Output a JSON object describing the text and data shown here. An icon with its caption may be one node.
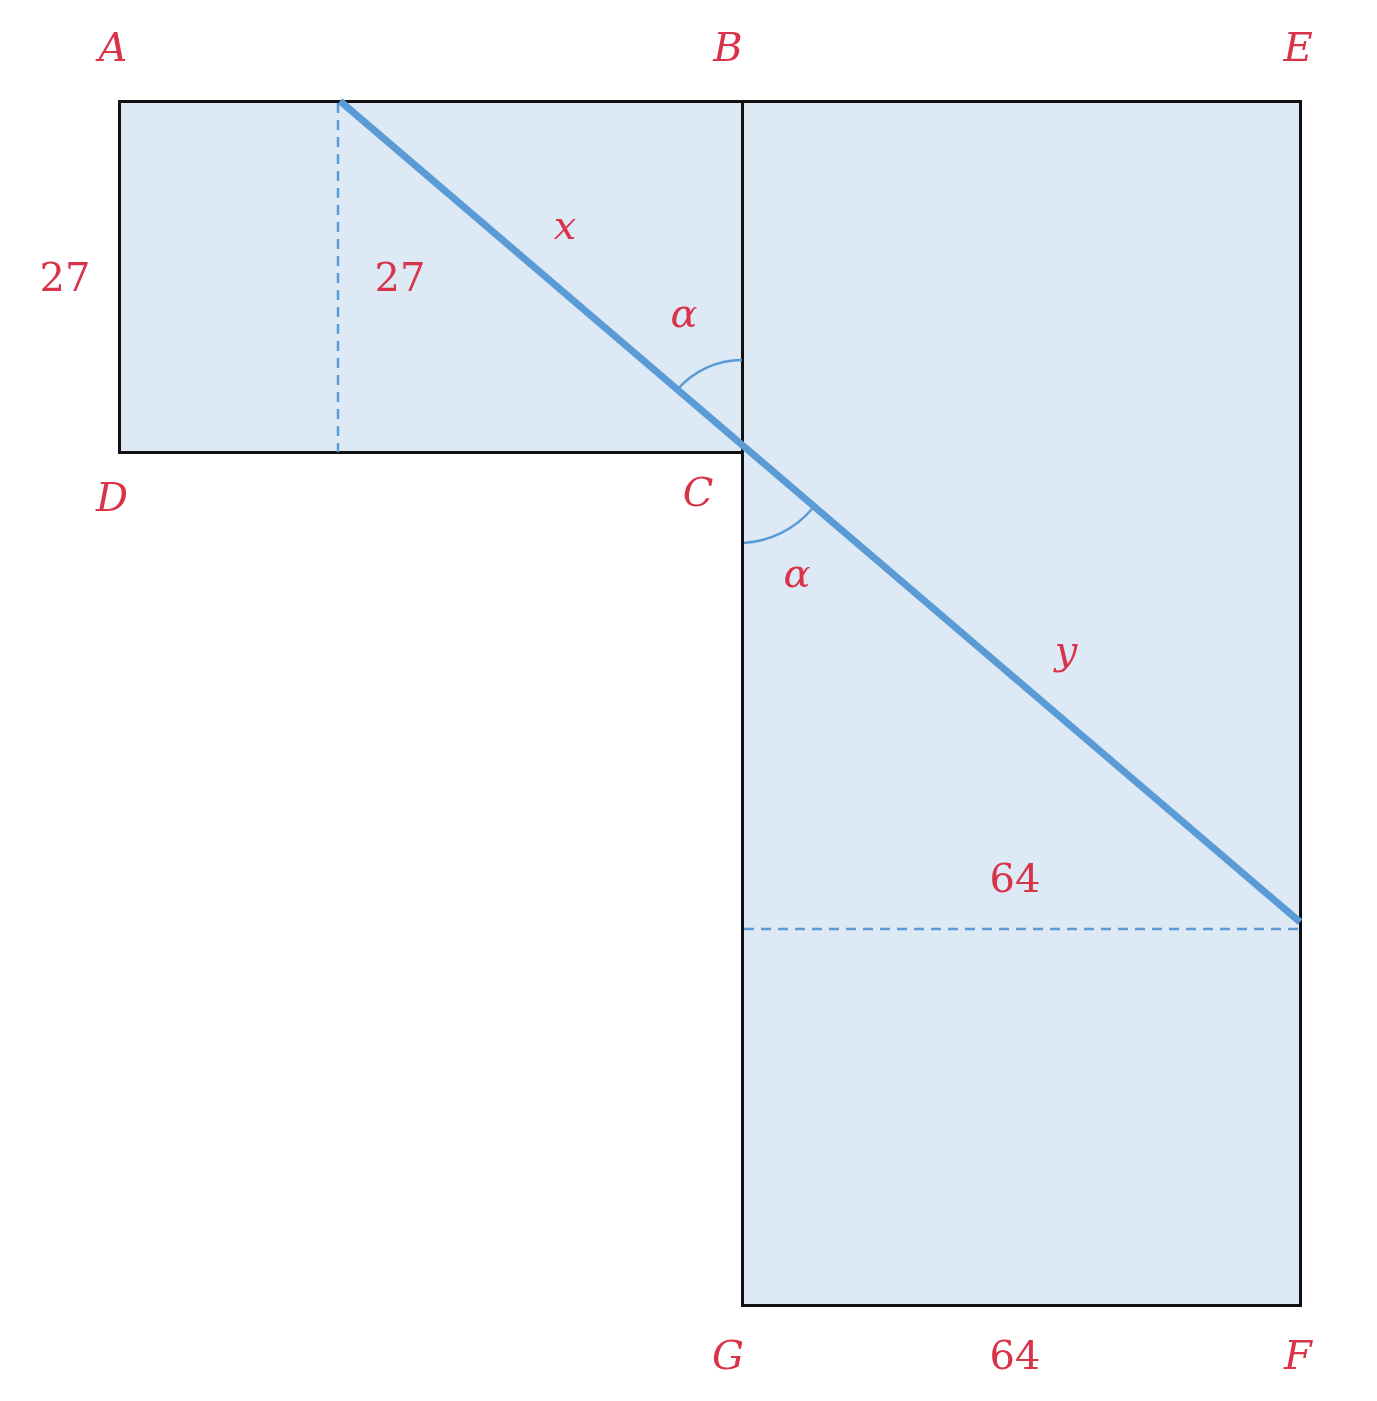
{
  "diagram": {
    "nodes": [
      {
        "text": [],
        "shape": "box"
      },
      {
        "text": [],
        "shape": "box"
      }
    ],
    "edges": [
      {
        "from": 0,
        "to": 1,
        "arrow": "none"
      }
    ],
    "labels": [
      "A",
      "B",
      "E",
      "27",
      "x",
      "27",
      "α",
      "D",
      "C",
      "α",
      "y",
      "64",
      "G",
      "64",
      "F"
    ]
  }
}
